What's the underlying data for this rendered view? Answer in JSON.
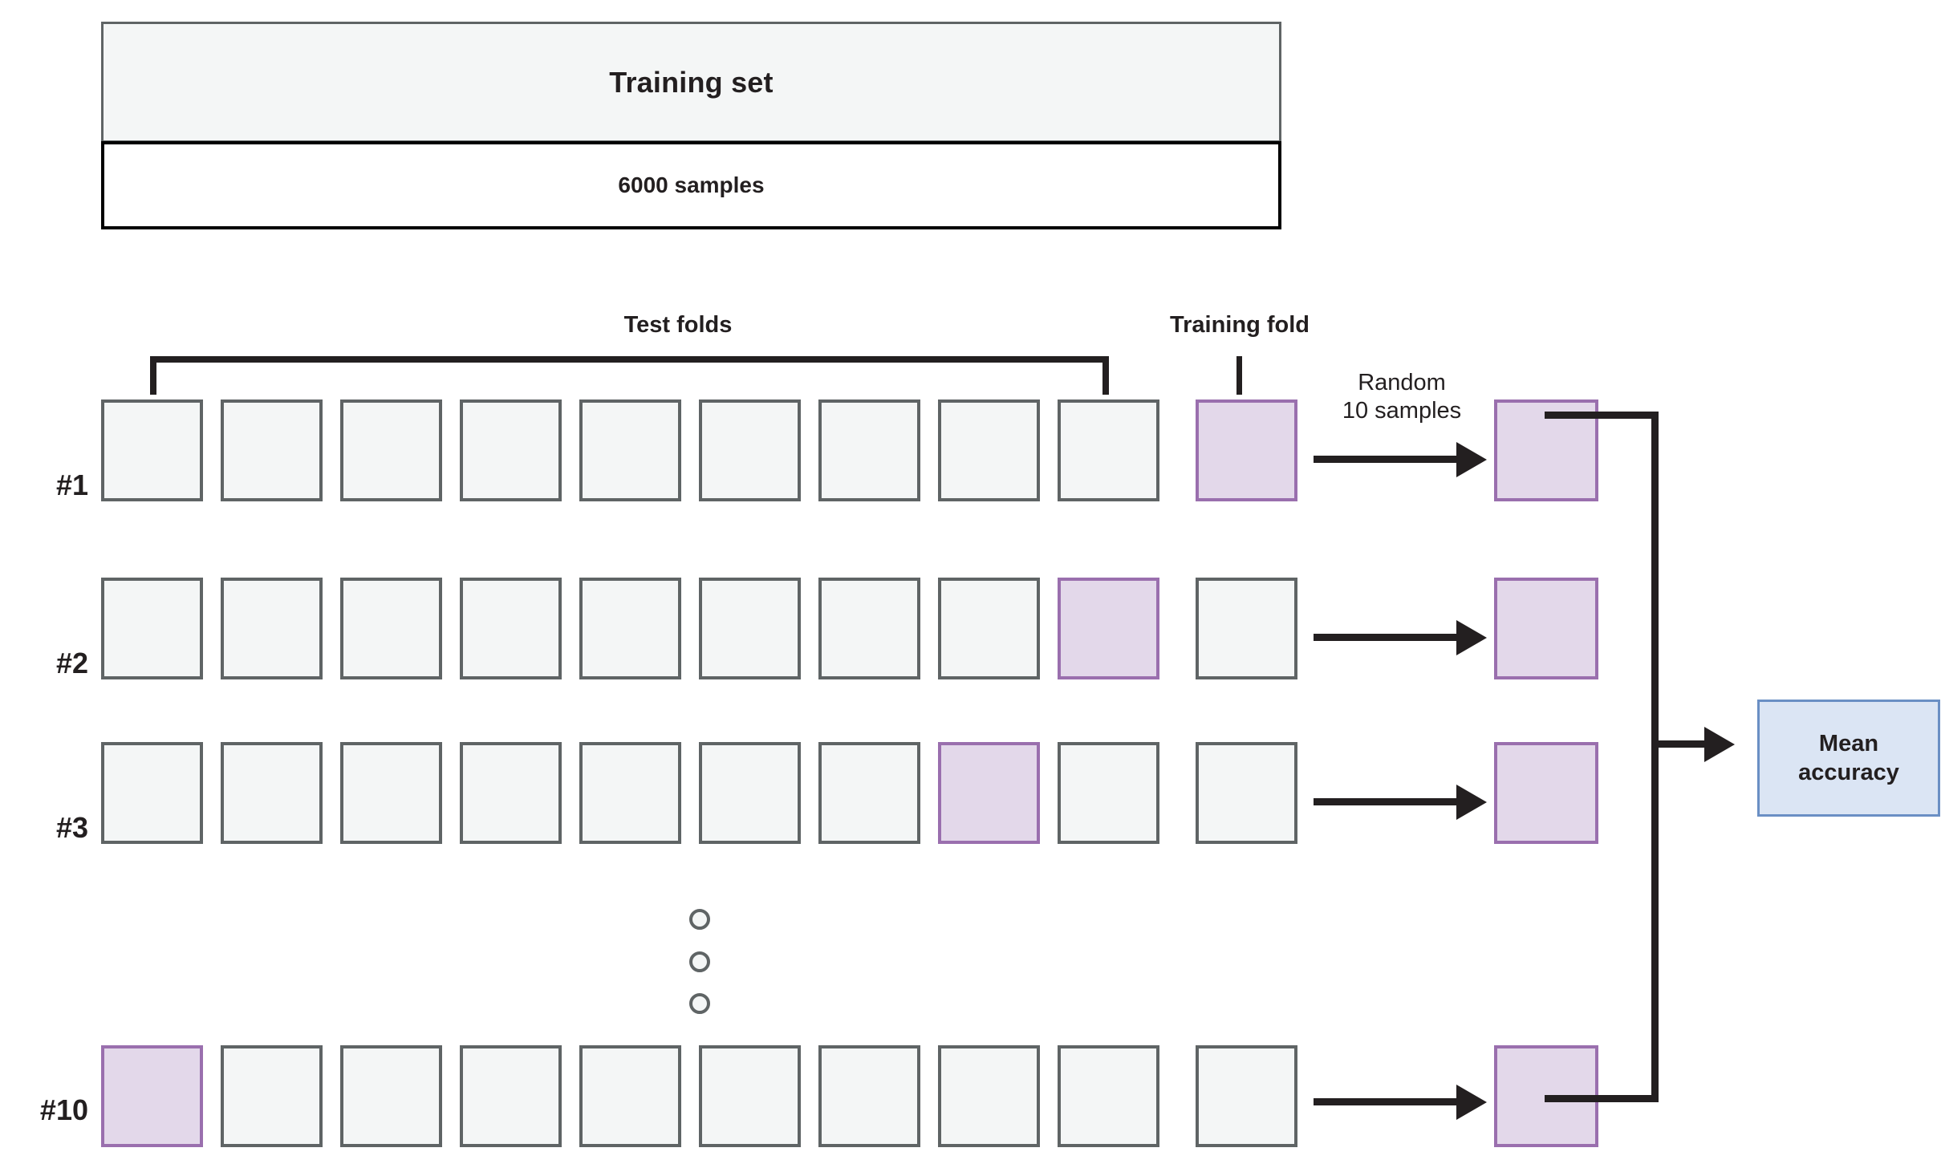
{
  "diagram": {
    "title_block": {
      "heading": "Training set",
      "subheading": "6000 samples"
    },
    "annotations": {
      "test_folds_label": "Test folds",
      "training_fold_label": "Training fold",
      "random_line1": "Random",
      "random_line2": "10 samples"
    },
    "result_box": {
      "line1": "Mean",
      "line2": "accuracy"
    },
    "rows": [
      {
        "label": "#1",
        "cells": 10,
        "selected_index": 9
      },
      {
        "label": "#2",
        "cells": 10,
        "selected_index": 8
      },
      {
        "label": "#3",
        "cells": 10,
        "selected_index": 7
      },
      {
        "label": "#10",
        "cells": 10,
        "selected_index": 0
      }
    ],
    "row_labels": {
      "r1": "#1",
      "r2": "#2",
      "r3": "#3",
      "r10": "#10"
    },
    "colors": {
      "cell_fill": "#f4f6f6",
      "cell_stroke": "#5f6465",
      "selected_fill": "#e3d8ea",
      "selected_stroke": "#9a6fae",
      "result_fill": "#dbe5f4",
      "result_stroke": "#6a8fc4",
      "line": "#231f20"
    },
    "ellipsis_dot_count": 3
  }
}
